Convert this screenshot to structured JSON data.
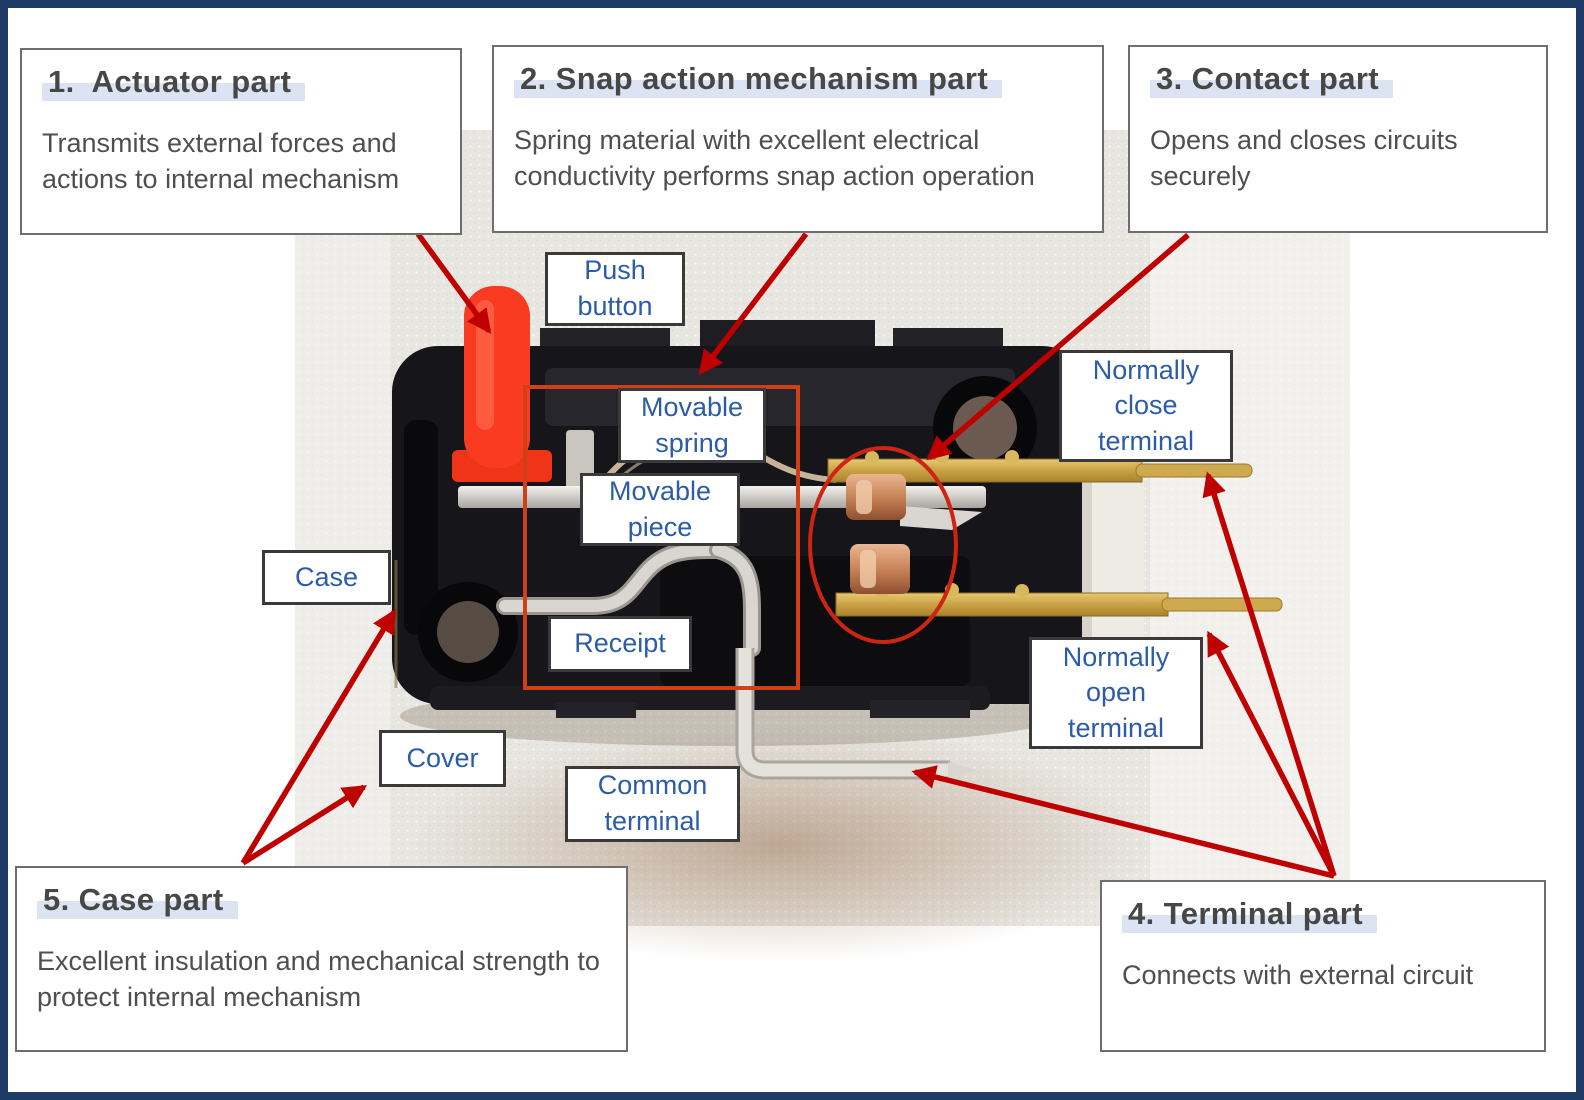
{
  "callouts": {
    "actuator": {
      "title": "1.  Actuator part",
      "body": "Transmits external forces and actions to internal mechanism"
    },
    "snap": {
      "title": "2. Snap action mechanism part",
      "body": "Spring material with excellent electrical conductivity performs snap action operation"
    },
    "contact": {
      "title": "3. Contact part",
      "body": "Opens and closes circuits securely"
    },
    "terminal": {
      "title": "4. Terminal part",
      "body": "Connects with external circuit"
    },
    "case": {
      "title": "5. Case part",
      "body": "Excellent insulation and mechanical strength to protect internal mechanism"
    }
  },
  "labels": {
    "push_button": "Push button",
    "movable_spring": "Movable spring",
    "movable_piece": "Movable piece",
    "case": "Case",
    "receipt": "Receipt",
    "cover": "Cover",
    "common_terminal": "Common terminal",
    "normally_close_terminal": "Normally close terminal",
    "normally_open_terminal": "Normally open terminal"
  },
  "colors": {
    "frame": "#1e3a66",
    "label_text": "#2c5ca9",
    "title_highlight": "#dce4f3",
    "arrow": "#bf0000",
    "snap_highlight_rect": "#d04018",
    "contact_highlight_ellipse": "#cf2412",
    "plunger_red": "#f83b21"
  }
}
